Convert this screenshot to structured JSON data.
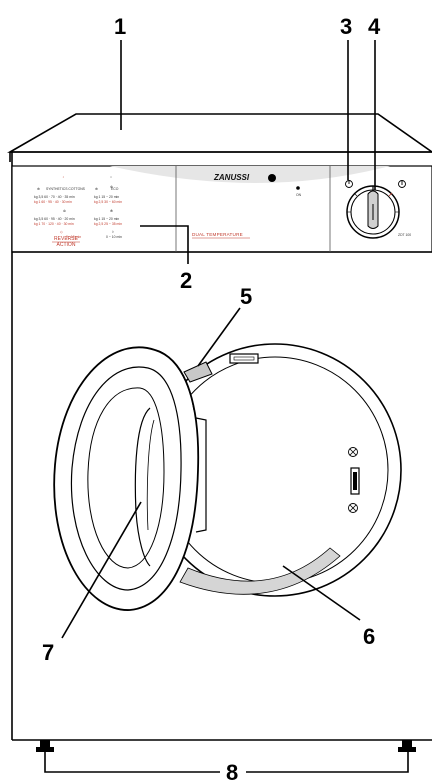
{
  "callouts": {
    "n1": "1",
    "n2": "2",
    "n3": "3",
    "n4": "4",
    "n5": "5",
    "n6": "6",
    "n7": "7",
    "n8": "8"
  },
  "panel": {
    "brand": "ZANUSSI",
    "dual_temperature": "DUAL TEMPERATURE",
    "reverse_line1": "REVERSE",
    "reverse_line2": "ACTION",
    "left_rows": [
      "kg 3,5   60 · 70 · 40 · 35  min",
      "kg 1     60 · 95 · 40 · 30  min",
      "kg 3,5   60 · 95 · 40 · 20  min",
      "kg 1     70 · 120 · 40 · 30  min"
    ],
    "left_bottom": "0 · 10 min",
    "mid_rows": [
      "kg 1     15 ~ 20 min",
      "kg 2,5   30 ~ 60 min",
      "kg 1     15 ~ 20 min",
      "kg 2,5   25 ~ 35 min"
    ],
    "mid_bottom": "0 ~ 10 min",
    "mid_header": "ECO",
    "left_header": "SYNTHETICS  COTTONS",
    "model": "ZDT 100",
    "small_label": "ON"
  },
  "colors": {
    "accent_red": "#c0392b",
    "panel_arc": "#e6e6e6",
    "seal_grey": "#d5d5d5"
  }
}
